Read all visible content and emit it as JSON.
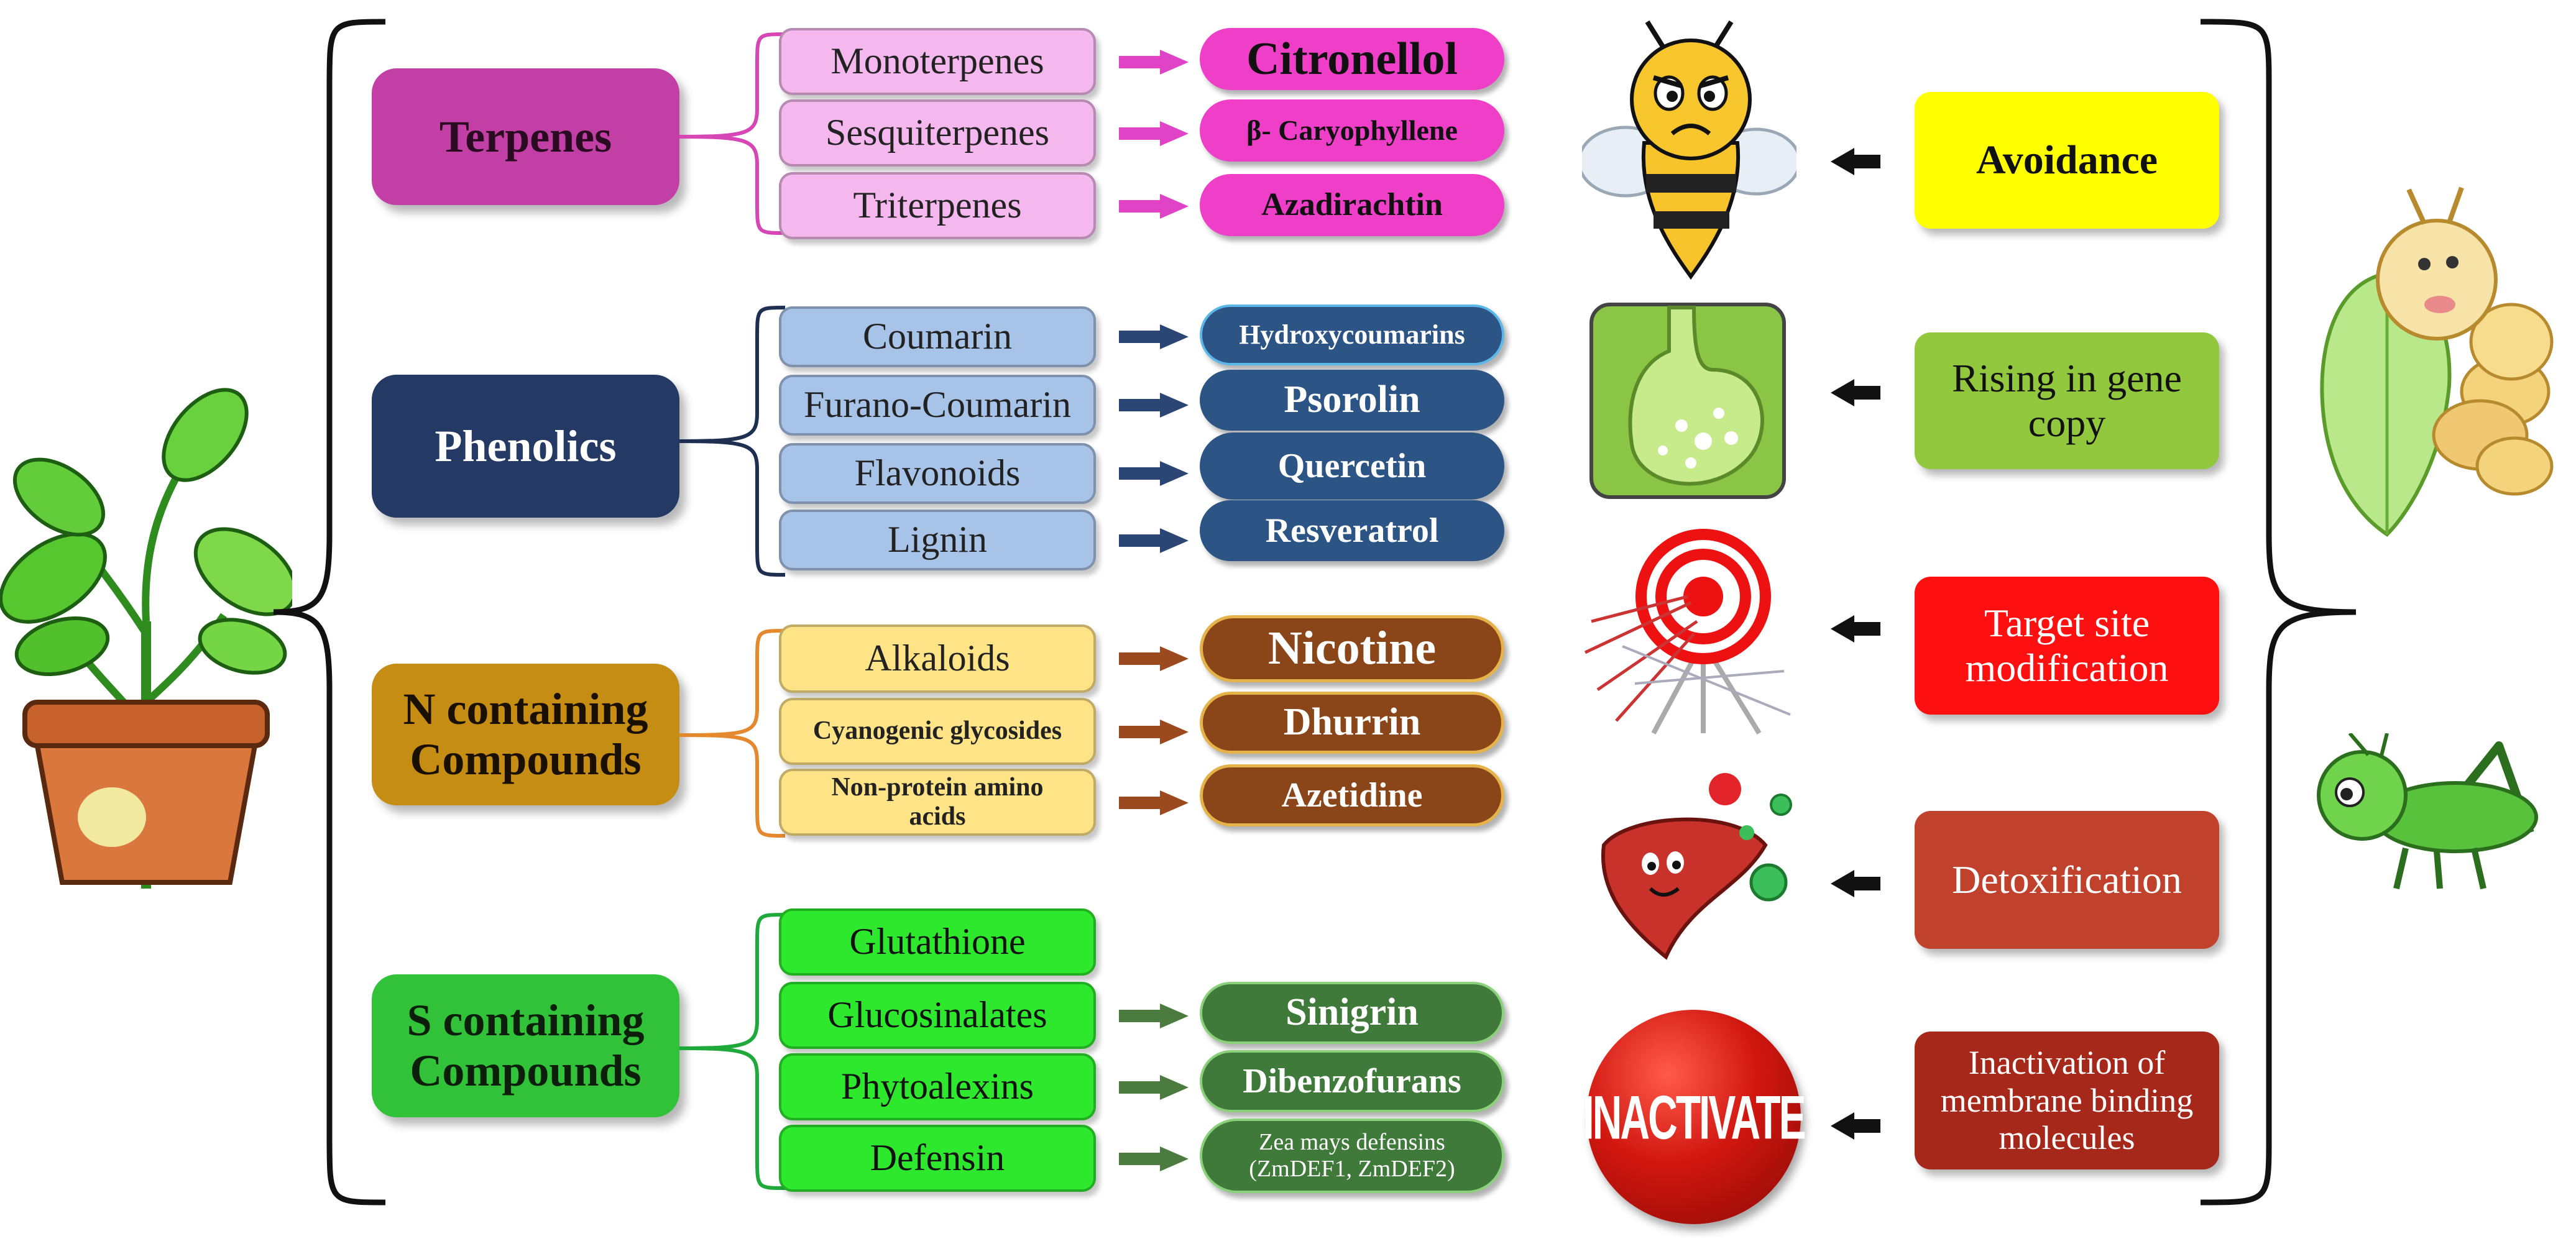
{
  "groups": [
    {
      "name": "Terpenes",
      "color": "#c23fa6",
      "text_color": "#2b0b22",
      "accent": "#ff5ec3",
      "items": [
        {
          "label": "Monoterpenes",
          "result": "Citronellol"
        },
        {
          "label": "Sesquiterpenes",
          "result": "β- Caryophyllene"
        },
        {
          "label": "Triterpenes",
          "result": "Azadirachtin"
        }
      ]
    },
    {
      "name": "Phenolics",
      "color": "#243a64",
      "text_color": "#ffffff",
      "accent": "#3d5f92",
      "items": [
        {
          "label": "Coumarin",
          "result": "Hydroxycoumarins"
        },
        {
          "label": "Furano-Coumarin",
          "result": "Psorolin"
        },
        {
          "label": "Flavonoids",
          "result": "Quercetin"
        },
        {
          "label": "Lignin",
          "result": "Resveratrol"
        }
      ]
    },
    {
      "name": "N containing Compounds",
      "color": "#c68d14",
      "text_color": "#1a1000",
      "accent": "#8a4618",
      "items": [
        {
          "label": "Alkaloids",
          "result": "Nicotine"
        },
        {
          "label": "Cyanogenic glycosides",
          "result": "Dhurrin"
        },
        {
          "label": "Non-protein amino acids",
          "result": "Azetidine"
        }
      ]
    },
    {
      "name": "S containing Compounds",
      "color": "#31c23a",
      "text_color": "#0b1f0b",
      "accent": "#3f7a3a",
      "items": [
        {
          "label": "Glutathione",
          "result": ""
        },
        {
          "label": "Glucosinalates",
          "result": "Sinigrin"
        },
        {
          "label": "Phytoalexins",
          "result": "Dibenzofurans"
        },
        {
          "label": "Defensin",
          "result": "Zea mays defensins (ZmDEF1, ZmDEF2)"
        }
      ]
    }
  ],
  "mechanisms": [
    {
      "label": "Avoidance",
      "color": "#ffff00",
      "text_color": "#111111",
      "icon": "bee-icon"
    },
    {
      "label": "Rising in gene copy",
      "color": "#92c83e",
      "text_color": "#111111",
      "icon": "stomach-icon"
    },
    {
      "label": "Target site modification",
      "color": "#ff1010",
      "text_color": "#ffffff",
      "icon": "target-icon"
    },
    {
      "label": "Detoxification",
      "color": "#c0412c",
      "text_color": "#ffffff",
      "icon": "liver-icon"
    },
    {
      "label": "Inactivation of membrane binding molecules",
      "color": "#a5281b",
      "text_color": "#ffffff",
      "icon": "inactivate-icon"
    }
  ],
  "inactivate_text": "INACTIVATE",
  "icons": {
    "plant": "plant-pot-icon",
    "caterpillar": "caterpillar-icon",
    "grasshopper": "grasshopper-icon"
  }
}
